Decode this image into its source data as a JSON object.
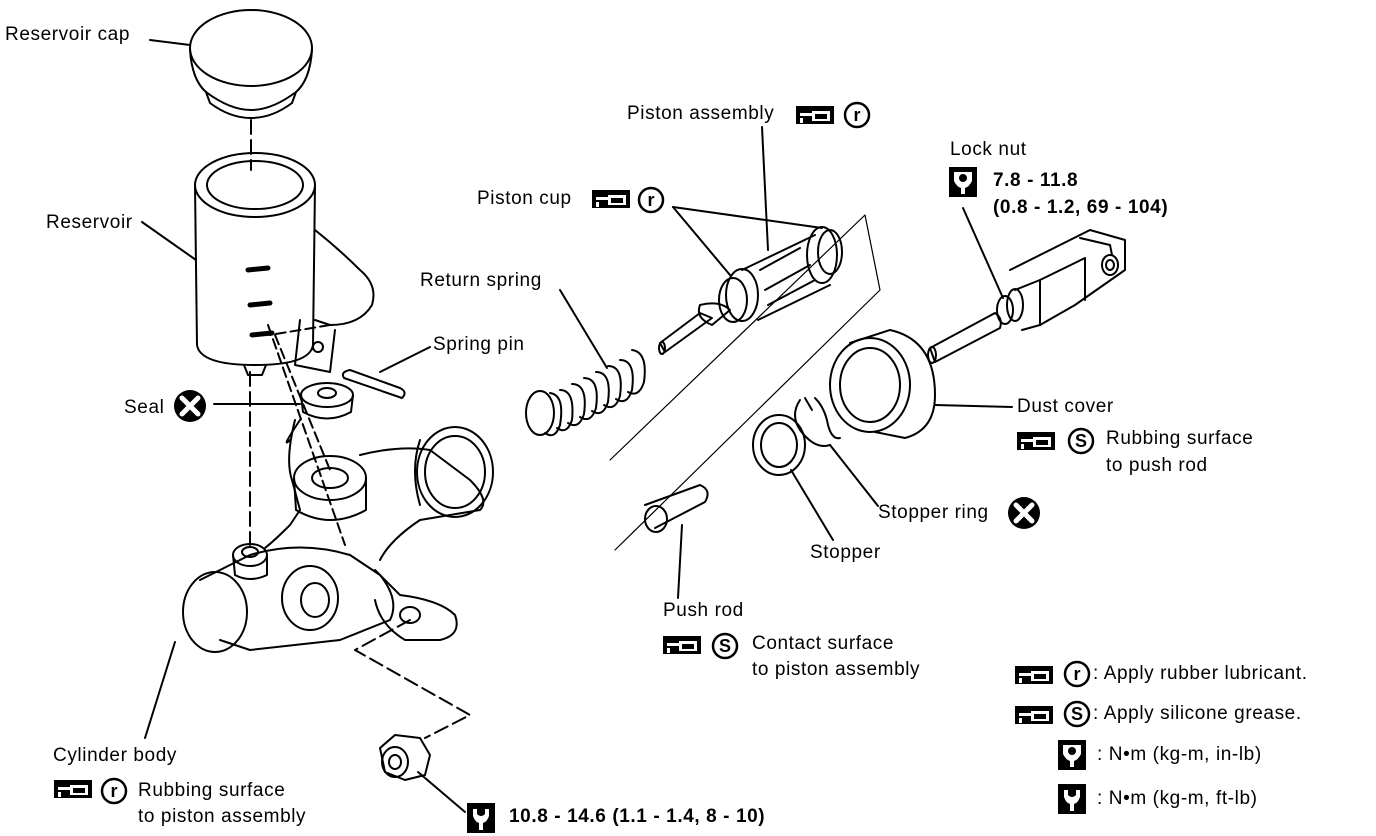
{
  "parts": {
    "reservoir_cap": "Reservoir cap",
    "reservoir": "Reservoir",
    "spring_pin": "Spring pin",
    "seal": "Seal",
    "cylinder_body": "Cylinder body",
    "cylinder_body_note": [
      "Rubbing surface",
      "to piston assembly"
    ],
    "return_spring": "Return spring",
    "piston_cup": "Piston cup",
    "piston_assembly": "Piston assembly",
    "push_rod": "Push rod",
    "push_rod_note": [
      "Contact surface",
      "to piston assembly"
    ],
    "stopper": "Stopper",
    "stopper_ring": "Stopper ring",
    "dust_cover": "Dust cover",
    "dust_cover_note": [
      "Rubbing surface",
      "to push rod"
    ],
    "lock_nut": "Lock nut"
  },
  "torque": {
    "lock_nut_primary": "7.8 - 11.8",
    "lock_nut_secondary": "(0.8 - 1.2, 69 - 104)",
    "mount_nut": "10.8 - 14.6 (1.1 - 1.4, 8 - 10)"
  },
  "legend": {
    "rubber_lubricant": ": Apply rubber lubricant.",
    "silicone_grease": ": Apply silicone grease.",
    "nm_in_lb": ": N•m (kg-m, in-lb)",
    "nm_ft_lb": ": N•m (kg-m, ft-lb)"
  },
  "symbols": {
    "r_letter": "r",
    "s_letter": "S"
  },
  "icons": [
    "grease-gun-icon",
    "rubber-lubricant-r-icon",
    "silicone-grease-s-icon",
    "replace-x-icon",
    "torque-wrench-in-lb-icon",
    "torque-wrench-ft-lb-icon"
  ]
}
